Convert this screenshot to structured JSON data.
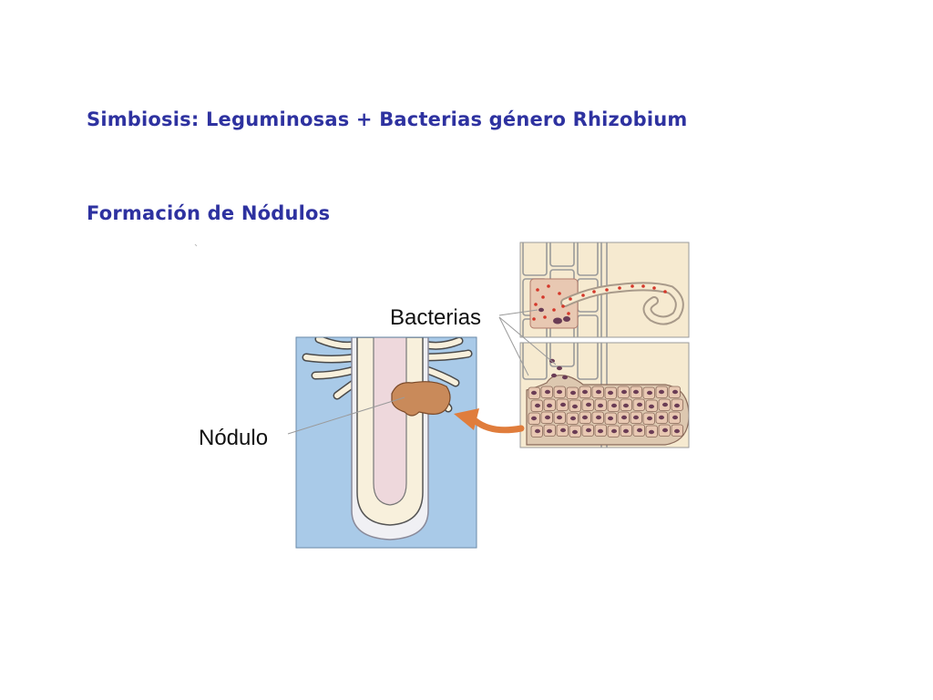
{
  "slide": {
    "title": "Simbiosis: Leguminosas + Bacterias género Rhizobium",
    "subtitle": "Formación de Nódulos"
  },
  "diagram": {
    "labels": {
      "bacteria": "Bacterias",
      "nodule": "Nódulo"
    },
    "colors": {
      "background_panel": "#a9cae8",
      "root": "#f8f0dc",
      "nodule": "#c98a5a",
      "arrow": "#e07d3c",
      "cell_fill": "#f6ead0",
      "infected_cell": "#e8c8b2",
      "bacteria_red": "#d4372a",
      "bacteroid": "#6a3c55"
    }
  }
}
